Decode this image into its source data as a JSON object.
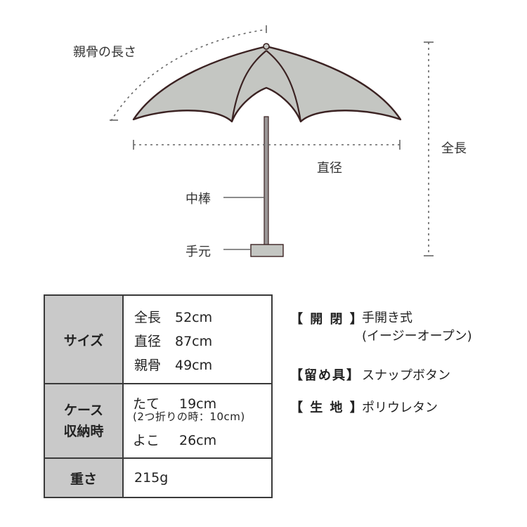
{
  "diagram": {
    "labels": {
      "rib_length": "親骨の長さ",
      "total_length": "全長",
      "diameter": "直径",
      "shaft": "中棒",
      "handle": "手元"
    },
    "colors": {
      "canopy_fill": "#c4c6c2",
      "canopy_outline": "#3b2222",
      "shaft": "#9a9696",
      "handle_fill": "#c4c6c2",
      "dimension_line": "#666666"
    }
  },
  "table": {
    "rows": [
      {
        "header": "サイズ",
        "lines": [
          {
            "label": "全長",
            "value": "52cm"
          },
          {
            "label": "直径",
            "value": "87cm"
          },
          {
            "label": "親骨",
            "value": "49cm"
          }
        ]
      },
      {
        "header_lines": [
          "ケース",
          "収納時"
        ],
        "lines": [
          {
            "label": "たて",
            "value": "19cm"
          },
          {
            "note": "(2つ折りの時：10cm)"
          },
          {
            "label": "よこ",
            "value": "26cm"
          }
        ]
      },
      {
        "header": "重さ",
        "value": "215g"
      }
    ]
  },
  "specs": [
    {
      "key": "【 開 閉 】",
      "value_lines": [
        "手開き式",
        "(イージーオープン)"
      ]
    },
    {
      "key": "【留め具】",
      "value_lines": [
        "スナップボタン"
      ]
    },
    {
      "key": "【 生 地 】",
      "value_lines": [
        "ポリウレタン"
      ]
    }
  ]
}
